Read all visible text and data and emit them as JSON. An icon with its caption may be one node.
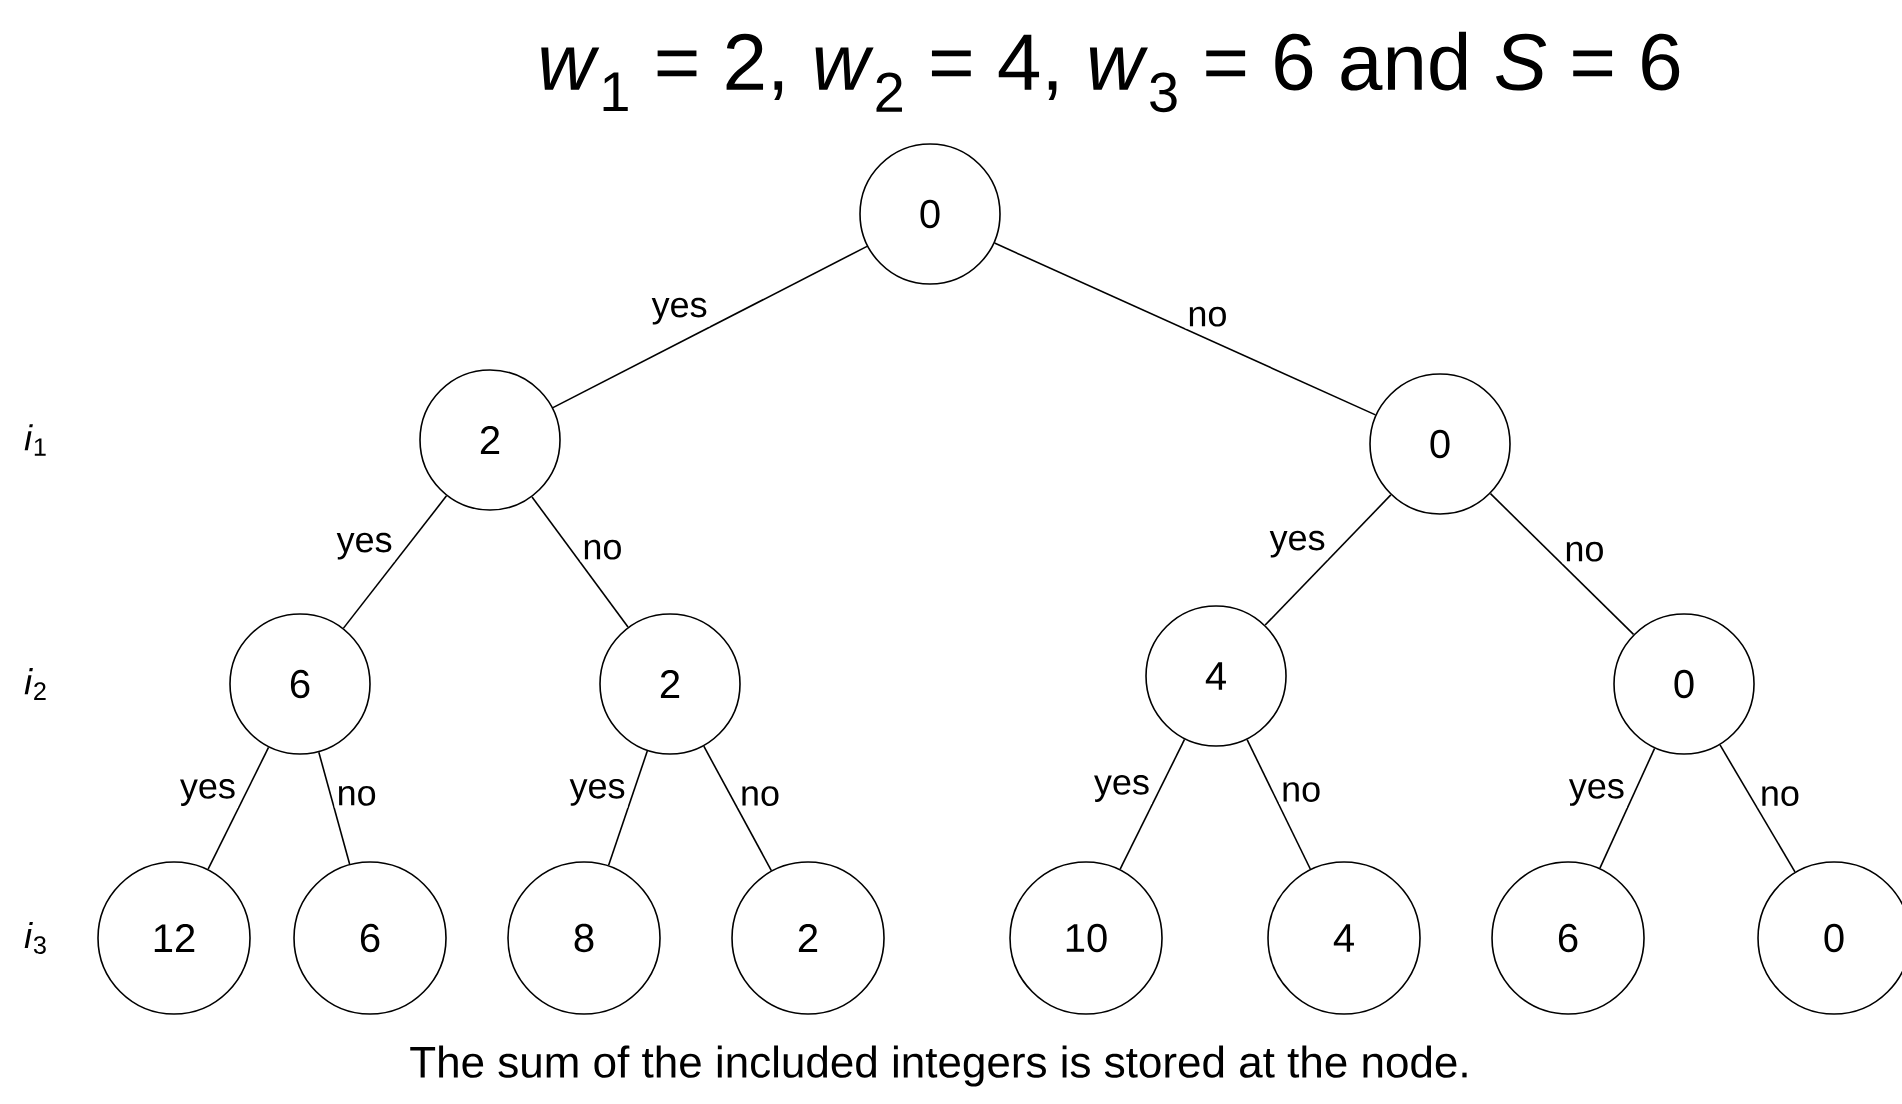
{
  "diagram": {
    "title": "*w*$_{1}$ = 2,   *w*$_{2}$ = 4,  *w*$_{3}$ = 6 and  *S* = 6",
    "caption": "The sum of the included integers is stored at the node.",
    "nodes": [
      {
        "text": [
          "0"
        ]
      },
      {
        "text": [
          "2"
        ]
      },
      {
        "text": [
          "0"
        ]
      },
      {
        "text": [
          "6"
        ]
      },
      {
        "text": [
          "2"
        ]
      },
      {
        "text": [
          "4"
        ]
      },
      {
        "text": [
          "0"
        ]
      },
      {
        "text": [
          "12"
        ]
      },
      {
        "text": [
          "6"
        ]
      },
      {
        "text": [
          "8"
        ]
      },
      {
        "text": [
          "2"
        ]
      },
      {
        "text": [
          "10"
        ]
      },
      {
        "text": [
          "4"
        ]
      },
      {
        "text": [
          "6"
        ]
      },
      {
        "text": [
          "0"
        ]
      }
    ],
    "edges": [
      {
        "from": 0,
        "to": 1,
        "arrow": "none",
        "label": "yes"
      },
      {
        "from": 0,
        "to": 2,
        "arrow": "none",
        "label": "no"
      },
      {
        "from": 1,
        "to": 3,
        "arrow": "none",
        "label": "yes"
      },
      {
        "from": 1,
        "to": 4,
        "arrow": "none",
        "label": "no"
      },
      {
        "from": 2,
        "to": 5,
        "arrow": "none",
        "label": "yes"
      },
      {
        "from": 2,
        "to": 6,
        "arrow": "none",
        "label": "no"
      },
      {
        "from": 3,
        "to": 7,
        "arrow": "none",
        "label": "yes"
      },
      {
        "from": 3,
        "to": 8,
        "arrow": "none",
        "label": "no"
      },
      {
        "from": 4,
        "to": 9,
        "arrow": "none",
        "label": "yes"
      },
      {
        "from": 4,
        "to": 10,
        "arrow": "none",
        "label": "no"
      },
      {
        "from": 5,
        "to": 11,
        "arrow": "none",
        "label": "yes"
      },
      {
        "from": 5,
        "to": 12,
        "arrow": "none",
        "label": "no"
      },
      {
        "from": 6,
        "to": 13,
        "arrow": "none",
        "label": "yes"
      },
      {
        "from": 6,
        "to": 14,
        "arrow": "none",
        "label": "no"
      }
    ],
    "labels": [
      "*i*$_{1}$",
      "*i*$_{2}$",
      "*i*$_{3}$"
    ]
  }
}
